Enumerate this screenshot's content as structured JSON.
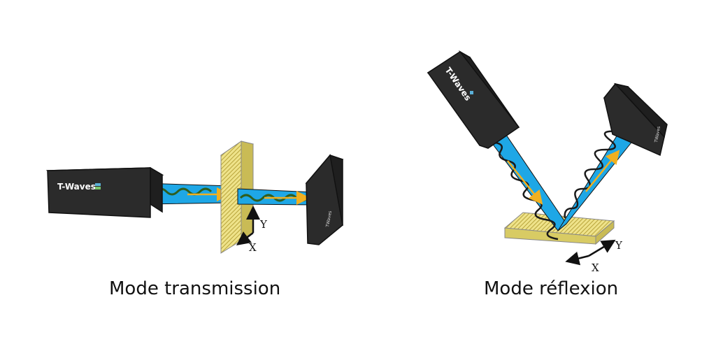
{
  "transmission": {
    "caption": "Mode transmission",
    "emitter_label": "T-Waves",
    "detector_label": "TWaves",
    "axis_y": "Y",
    "axis_x": "X"
  },
  "reflection": {
    "caption": "Mode réflexion",
    "emitter_label": "T-Waves",
    "detector_label": "TWaves",
    "axis_y": "Y",
    "axis_x": "X"
  },
  "colors": {
    "beam": "#1ea7e6",
    "wave": "#1a1a1a",
    "wave_transmission": "#2e5e1e",
    "arrow": "#f0b020",
    "device_front": "#2b2b2b",
    "device_top": "#4a4a4a",
    "sample": "#e8dc7a"
  }
}
